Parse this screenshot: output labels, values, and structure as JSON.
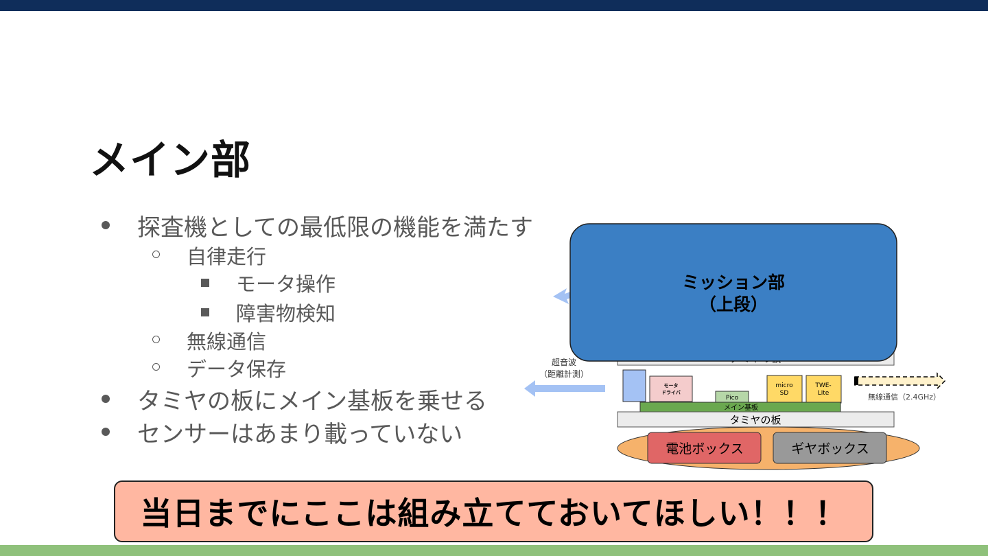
{
  "slide": {
    "title": "メイン部",
    "colors": {
      "top_bar": "#0f2d5a",
      "bottom_bar": "#8fc17b",
      "mission_box": "#3b7fc4",
      "callout": "#ffb7a1"
    }
  },
  "bullets": [
    {
      "level": 1,
      "text": "探査機としての最低限の機能を満たす"
    },
    {
      "level": 2,
      "text": "自律走行"
    },
    {
      "level": 3,
      "text": "モータ操作"
    },
    {
      "level": 3,
      "text": "障害物検知"
    },
    {
      "level": 2,
      "text": "無線通信"
    },
    {
      "level": 2,
      "text": "データ保存"
    },
    {
      "level": 1,
      "text": "タミヤの板にメイン基板を乗せる"
    },
    {
      "level": 1,
      "text": "センサーはあまり載っていない"
    }
  ],
  "diagram": {
    "mission_line1": "ミッション部",
    "mission_line2": "（上段）",
    "upper_board": "タミヤの板",
    "ultrasonic_line1": "超音波",
    "ultrasonic_line2": "（距離計測）",
    "motor_driver_line1": "モータ",
    "motor_driver_line2": "ドライバ",
    "pico": "Pico",
    "microsd_line1": "micro",
    "microsd_line2": "SD",
    "twe_line1": "TWE-",
    "twe_line2": "Lite",
    "wireless": "無線通信（2.4GHz）",
    "main_board": "メイン基板",
    "lower_board": "タミヤの板",
    "battery_box": "電池ボックス",
    "gear_box": "ギヤボックス"
  },
  "callout": "当日までにここは組み立てておいてほしい！！！"
}
